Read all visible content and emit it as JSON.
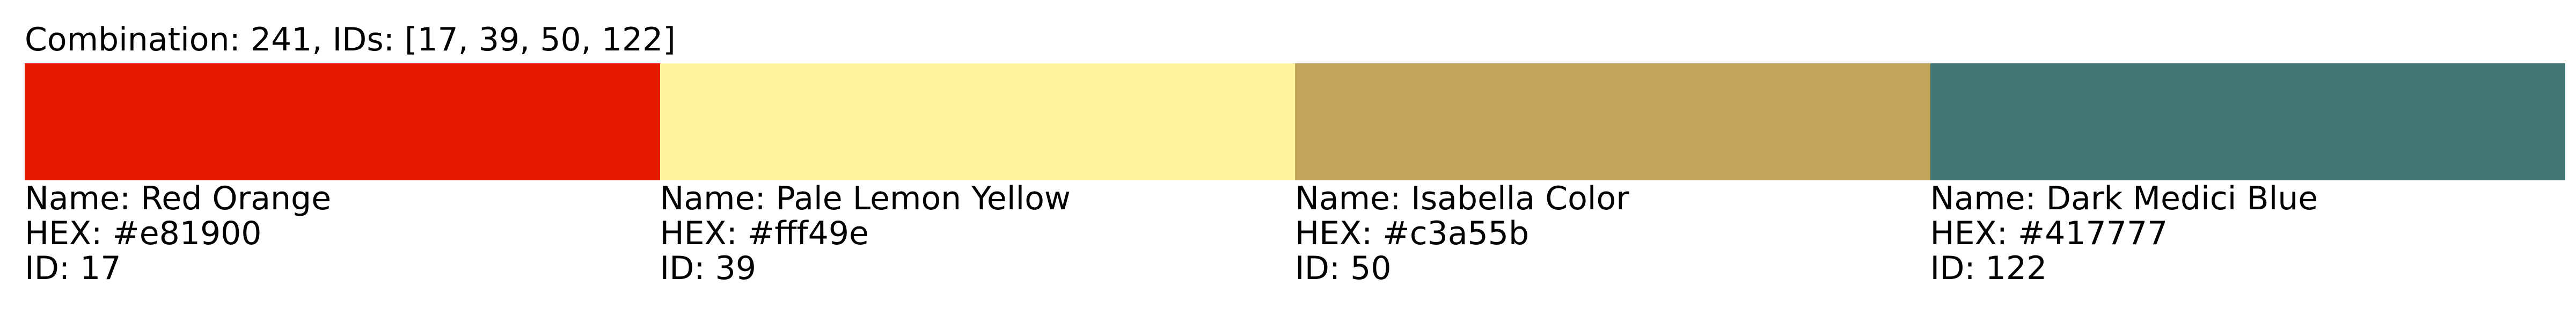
{
  "title": "Combination: 241, IDs: [17, 39, 50, 122]",
  "colors": [
    {
      "name_line": "Name: Red Orange",
      "hex_line": "HEX: #e81900",
      "id_line": "ID: 17",
      "hex": "#e81900"
    },
    {
      "name_line": "Name: Pale Lemon Yellow",
      "hex_line": "HEX: #fff49e",
      "id_line": "ID: 39",
      "hex": "#fff49e"
    },
    {
      "name_line": "Name: Isabella Color",
      "hex_line": "HEX: #c3a55b",
      "id_line": "ID: 50",
      "hex": "#c3a55b"
    },
    {
      "name_line": "Name: Dark Medici Blue",
      "hex_line": "HEX: #417777",
      "id_line": "ID: 122",
      "hex": "#417777"
    }
  ]
}
